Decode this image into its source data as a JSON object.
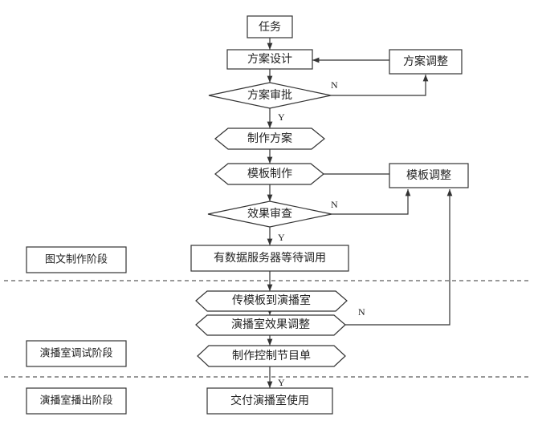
{
  "colors": {
    "ink": "#333333",
    "label": "#222222",
    "background": "#ffffff"
  },
  "nodes": {
    "task": "任务",
    "plan_design": "方案设计",
    "plan_adjust": "方案调整",
    "plan_approval": "方案审批",
    "make_plan": "制作方案",
    "template_make": "模板制作",
    "template_adjust": "模板调整",
    "effect_review": "效果审查",
    "wait_server": "有数据服务器等待调用",
    "send_template": "传模板到演播室",
    "studio_adjust": "演播室效果调整",
    "control_list": "制作控制节目单",
    "deliver": "交付演播室使用"
  },
  "stages": {
    "graphics": "图文制作阶段",
    "debug": "演播室调试阶段",
    "broadcast": "演播室播出阶段"
  },
  "flags": {
    "no": "N",
    "yes": "Y"
  }
}
